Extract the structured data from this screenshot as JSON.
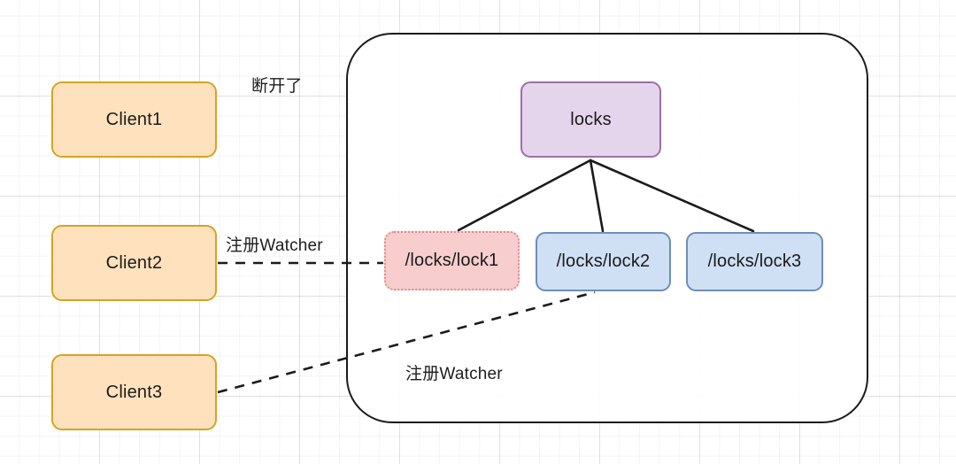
{
  "diagram": {
    "title_text": "ZooKeeper distributed lock watcher diagram",
    "colors": {
      "client_fill": "#ffe2bd",
      "client_border": "#d6a323",
      "locks_fill": "#e5d5ec",
      "locks_border": "#9a70a8",
      "lock_blue_fill": "#cfe0f5",
      "lock_blue_border": "#6e8cbe",
      "lock_red_fill": "#f8cdcd",
      "lock_red_border": "#e08a8a",
      "edge_solid": "#1b1b1b",
      "edge_dashed": "#1b1b1b",
      "container_border": "#1b1b1b",
      "grid": "#e8e8e8"
    },
    "clients": [
      {
        "id": "client1",
        "label": "Client1"
      },
      {
        "id": "client2",
        "label": "Client2"
      },
      {
        "id": "client3",
        "label": "Client3"
      }
    ],
    "root_node": {
      "id": "locks",
      "label": "locks"
    },
    "lock_nodes": [
      {
        "id": "lock1",
        "label": "/locks/lock1",
        "style": "dotted-red"
      },
      {
        "id": "lock2",
        "label": "/locks/lock2",
        "style": "solid-blue"
      },
      {
        "id": "lock3",
        "label": "/locks/lock3",
        "style": "solid-blue"
      }
    ],
    "edge_labels": {
      "disconnected": "断开了",
      "watcher_client2": "注册Watcher",
      "watcher_client3": "注册Watcher"
    }
  }
}
